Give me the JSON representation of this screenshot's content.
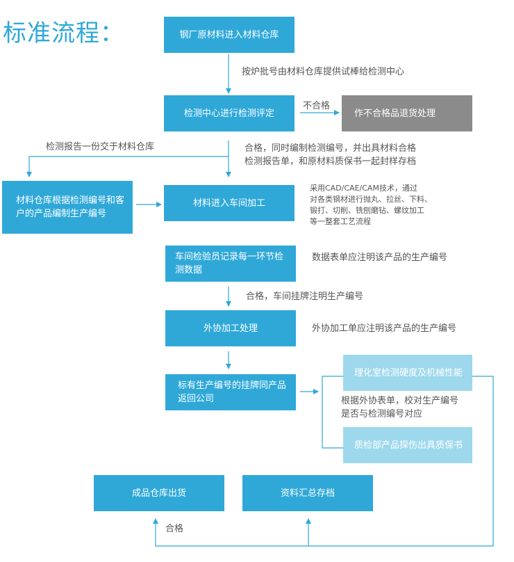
{
  "title": "标准流程：",
  "boxes": {
    "steel_to_warehouse": "钢厂原材料进入材料仓库",
    "inspection_center": "检测中心进行检测评定",
    "return_goods": "作不合格品退货处理",
    "warehouse_numbering": "材料仓库根据检测编号和客户的产品编制生产编号",
    "workshop_processing": "材料进入车间加工",
    "workshop_inspector": "车间检验员记录每一环节检测数据",
    "outsourced_processing": "外协加工处理",
    "return_company": "标有生产编号的挂牌同产品返回公司",
    "physical_chemical_lab": "理化室检测硬度及机械性能",
    "qa_flaw_detection": "质检部产品探伤出具质保书",
    "finished_shipping": "成品仓库出货",
    "archive": "资料汇总存档"
  },
  "notes": {
    "sample_to_center": "按炉批号由材料仓库提供试棒给检测中心",
    "unqualified": "不合格",
    "report_to_warehouse": "检测报告一份交于材料仓库",
    "qualified_numbering": "合格，同时编制检测编号，并出具材料合格\n检测报告单，和原材料质保书一起封样存档",
    "technology": "采用CAD/CAE/CAM技术，通过\n对各类钢材进行抛丸、拉丝、下料、\n锻打、切削、铣刨磨钻、螺纹加工\n等一整套工艺流程",
    "datasheet_number": "数据表单应注明该产品的生产编号",
    "qualified_tag": "合格，车间挂牌注明生产编号",
    "outsourcing_sheet": "外协加工单应注明该产品的生产编号",
    "verify_number": "根据外协表单，校对生产编号\n是否与检测编号对应",
    "qualified_final": "合格"
  },
  "colors": {
    "primary": "#2fa8d8",
    "grey": "#8b8b8b",
    "light": "#9ed8ec"
  }
}
